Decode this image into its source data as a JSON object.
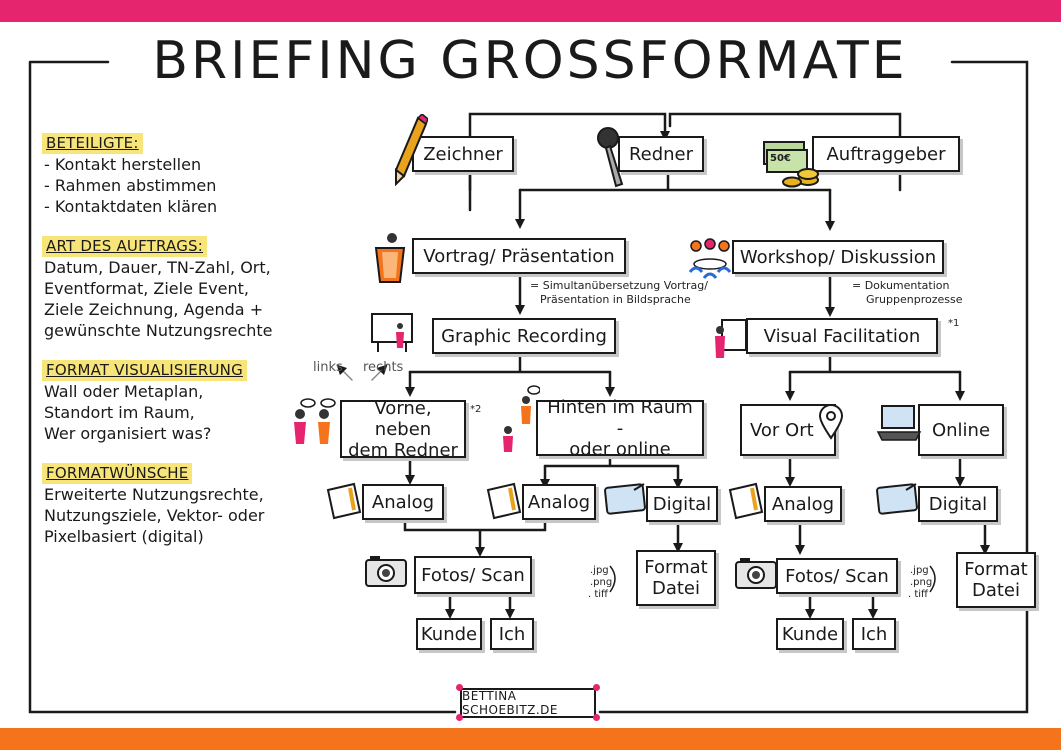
{
  "title": "BRIEFING GROSSFORMATE",
  "colors": {
    "top_bar": "#e6256f",
    "bottom_bar": "#f5731b",
    "highlight": "#f8e57a",
    "accent_orange": "#f5731b",
    "accent_pink": "#e6256f"
  },
  "sections": [
    {
      "heading": "BETEILIGTE:",
      "lines": [
        "- Kontakt herstellen",
        "- Rahmen abstimmen",
        "- Kontaktdaten klären"
      ]
    },
    {
      "heading": "ART DES AUFTRAGS:",
      "lines": [
        "Datum, Dauer, TN-Zahl, Ort,",
        "Eventformat, Ziele Event,",
        "Ziele Zeichnung, Agenda +",
        "gewünschte Nutzungsrechte"
      ]
    },
    {
      "heading": "FORMAT VISUALISIERUNG",
      "lines": [
        "Wall oder Metaplan,",
        "Standort im Raum,",
        "Wer organisiert was?"
      ]
    },
    {
      "heading": "FORMATWÜNSCHE",
      "lines": [
        "Erweiterte Nutzungsrechte,",
        "Nutzungsziele, Vektor- oder",
        "Pixelbasiert (digital)"
      ]
    }
  ],
  "nodes": {
    "zeichner": "Zeichner",
    "redner": "Redner",
    "auftraggeber": "Auftraggeber",
    "vortrag": "Vortrag/ Präsentation",
    "workshop": "Workshop/ Diskussion",
    "graphic_recording": "Graphic Recording",
    "visual_facilitation": "Visual Facilitation",
    "vorne_1": "Vorne, neben",
    "vorne_2": "dem Redner",
    "hinten_1": "Hinten im Raum -",
    "hinten_2": "oder online",
    "vor_ort": "Vor Ort",
    "online": "Online",
    "analog_1": "Analog",
    "analog_2": "Analog",
    "digital_1": "Digital",
    "analog_3": "Analog",
    "digital_2": "Digital",
    "fotos_1": "Fotos/ Scan",
    "format_1a": "Format",
    "format_1b": "Datei",
    "fotos_2": "Fotos/ Scan",
    "format_2a": "Format",
    "format_2b": "Datei",
    "kunde_1": "Kunde",
    "ich_1": "Ich",
    "kunde_2": "Kunde",
    "ich_2": "Ich"
  },
  "notes": {
    "simultan_1": "= Simultanübersetzung Vortrag/",
    "simultan_2": "Präsentation in Bildsprache",
    "doku_1": "= Dokumentation",
    "doku_2": "Gruppenprozesse",
    "links": "links",
    "rechts": "rechts",
    "star1": "*1",
    "star2": "*2",
    "money": "50€",
    "ext_jpg": ".jpg",
    "ext_png": ".png",
    "ext_tiff": ". tiff"
  },
  "logo": "BETTINA SCHOEBITZ.DE"
}
